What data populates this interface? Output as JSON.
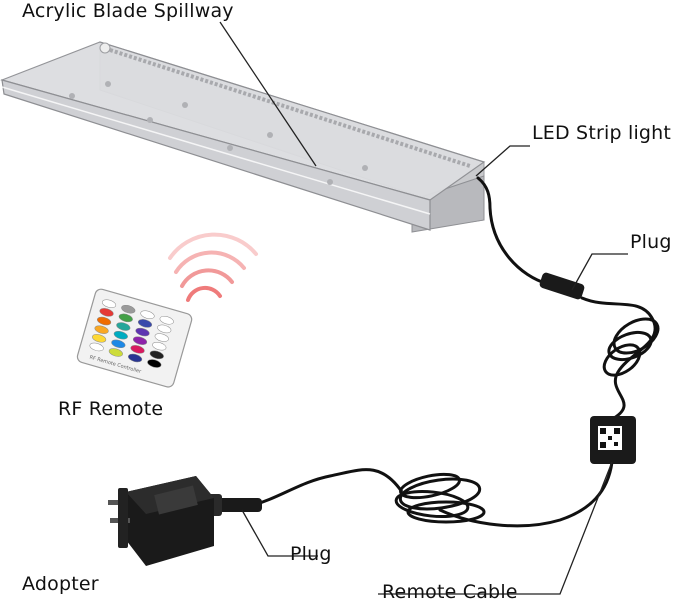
{
  "labels": {
    "spillway": "Acrylic Blade Spillway",
    "led_strip": "LED Strip light",
    "plug_top": "Plug",
    "rf_remote": "RF Remote",
    "plug_bottom": "Plug",
    "adopter": "Adopter",
    "remote_cable": "Remote Cable"
  },
  "colors": {
    "line": "#222222",
    "cable": "#111111",
    "acrylic": "#dcdde0",
    "metal": "#bfc0c4",
    "remote_body": "#f2f2f2",
    "adapter_body": "#1a1a1a",
    "rf_wave_inner": "#ef7b7b",
    "rf_wave_outer": "#f6b3b3"
  },
  "remote_buttons": [
    "#ffffff",
    "#9a9a9a",
    "#ffffff",
    "#ffffff",
    "#e53935",
    "#43a047",
    "#3949ab",
    "#ffffff",
    "#ef6c00",
    "#26a69a",
    "#5e35b1",
    "#ffffff",
    "#f9a825",
    "#00acc1",
    "#8e24aa",
    "#ffffff",
    "#fdd835",
    "#1e88e5",
    "#d81b60",
    "#222222",
    "#ffffff",
    "#cddc39",
    "#283593",
    "#000000"
  ]
}
